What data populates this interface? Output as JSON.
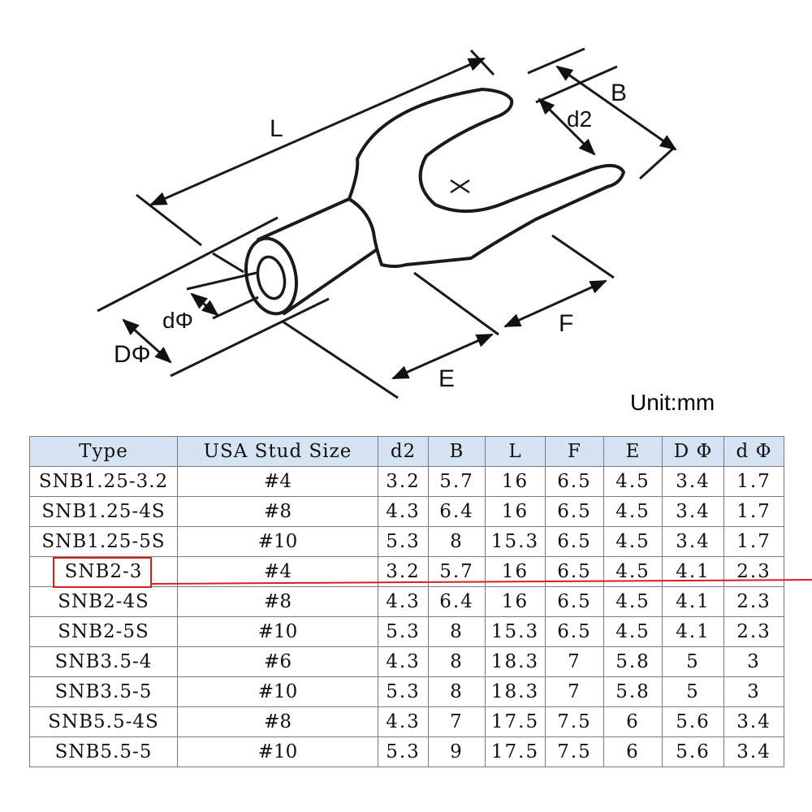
{
  "diagram": {
    "labels": {
      "L": "L",
      "B": "B",
      "d2": "d2",
      "d_phi": "dΦ",
      "D_phi": "DΦ",
      "E": "E",
      "F": "F"
    }
  },
  "unit_label": "Unit:mm",
  "table": {
    "headers": [
      "Type",
      "USA Stud Size",
      "d2",
      "B",
      "L",
      "F",
      "E",
      "D Φ",
      "d Φ"
    ],
    "rows": [
      [
        "SNB1.25-3.2",
        "#4",
        "3.2",
        "5.7",
        "16",
        "6.5",
        "4.5",
        "3.4",
        "1.7"
      ],
      [
        "SNB1.25-4S",
        "#8",
        "4.3",
        "6.4",
        "16",
        "6.5",
        "4.5",
        "3.4",
        "1.7"
      ],
      [
        "SNB1.25-5S",
        "#10",
        "5.3",
        "8",
        "15.3",
        "6.5",
        "4.5",
        "3.4",
        "1.7"
      ],
      [
        "SNB2-3",
        "#4",
        "3.2",
        "5.7",
        "16",
        "6.5",
        "4.5",
        "4.1",
        "2.3"
      ],
      [
        "SNB2-4S",
        "#8",
        "4.3",
        "6.4",
        "16",
        "6.5",
        "4.5",
        "4.1",
        "2.3"
      ],
      [
        "SNB2-5S",
        "#10",
        "5.3",
        "8",
        "15.3",
        "6.5",
        "4.5",
        "4.1",
        "2.3"
      ],
      [
        "SNB3.5-4",
        "#6",
        "4.3",
        "8",
        "18.3",
        "7",
        "5.8",
        "5",
        "3"
      ],
      [
        "SNB3.5-5",
        "#10",
        "5.3",
        "8",
        "18.3",
        "7",
        "5.8",
        "5",
        "3"
      ],
      [
        "SNB5.5-4S",
        "#8",
        "4.3",
        "7",
        "17.5",
        "7.5",
        "6",
        "5.6",
        "3.4"
      ],
      [
        "SNB5.5-5",
        "#10",
        "5.3",
        "9",
        "17.5",
        "7.5",
        "6",
        "5.6",
        "3.4"
      ]
    ],
    "highlighted_row": "SNB2-3",
    "highlight_color": "#d42020",
    "header_color": "#d6e3f3"
  }
}
